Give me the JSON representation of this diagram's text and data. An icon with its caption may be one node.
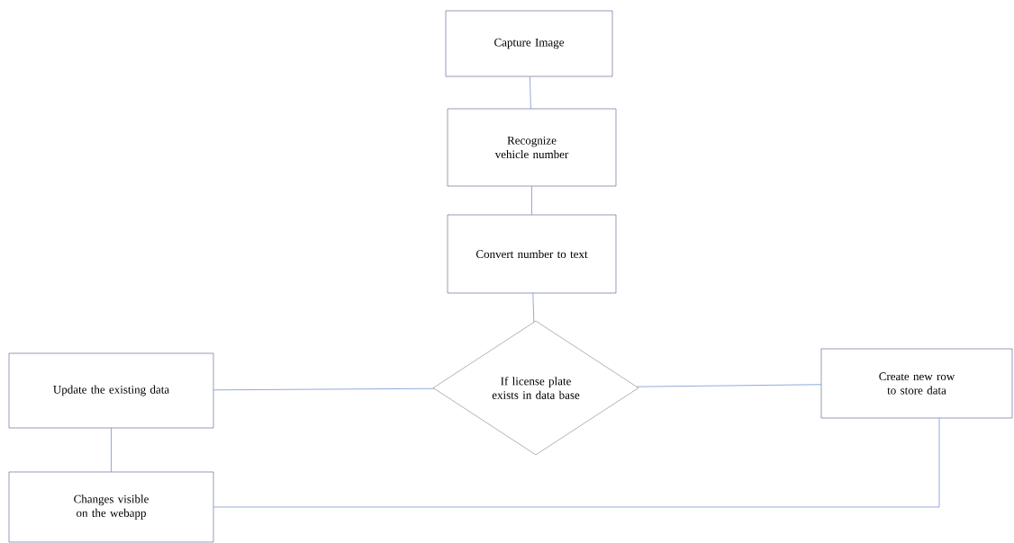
{
  "diagram": {
    "nodes": [
      {
        "text": [
          "Capture Image"
        ]
      },
      {
        "text": [
          "Recognize vehicle number"
        ]
      },
      {
        "text": [
          "Convert number to text"
        ]
      },
      {
        "text": [
          "Update the existing data"
        ]
      },
      {
        "text": [
          "If license plate exists in data base"
        ]
      },
      {
        "text": [
          "Create new row to store data"
        ]
      },
      {
        "text": [
          "Changes visible on the webapp"
        ]
      }
    ],
    "edges": [
      {
        "from": 0,
        "to": 1,
        "arrow": "none"
      },
      {
        "from": 1,
        "to": 2,
        "arrow": "none"
      },
      {
        "from": 2,
        "to": 4,
        "arrow": "none"
      },
      {
        "from": 4,
        "to": 3,
        "arrow": "none"
      },
      {
        "from": 4,
        "to": 5,
        "arrow": "none"
      },
      {
        "from": 3,
        "to": 6,
        "arrow": "none"
      },
      {
        "from": 5,
        "to": 6,
        "arrow": "none"
      }
    ]
  }
}
